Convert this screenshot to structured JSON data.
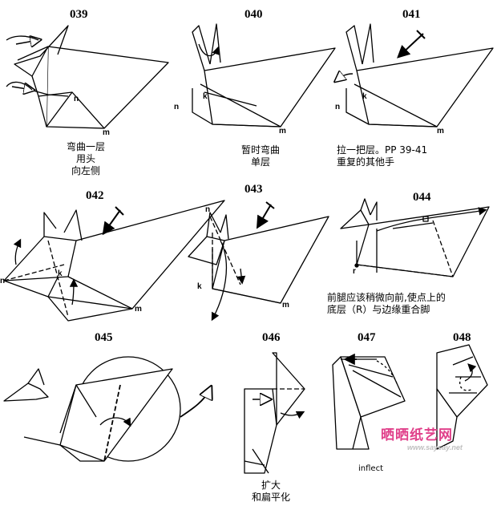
{
  "steps": [
    {
      "num": "039",
      "caption": "弯曲一层\n用头\n向左侧",
      "points": [
        "n",
        "m"
      ]
    },
    {
      "num": "040",
      "caption": "暂时弯曲\n单层",
      "points": [
        "n",
        "k",
        "m"
      ]
    },
    {
      "num": "041",
      "caption": "拉一把层。PP 39-41\n重复的其他手",
      "points": [
        "n",
        "k",
        "m"
      ]
    },
    {
      "num": "042",
      "caption": "",
      "points": [
        "n",
        "k",
        "m"
      ]
    },
    {
      "num": "043",
      "caption": "",
      "points": [
        "n",
        "k",
        "m"
      ]
    },
    {
      "num": "044",
      "caption": "前腿应该稍微向前,使点上的\n底层（R）与边缘重合脚",
      "points": [
        "r"
      ]
    },
    {
      "num": "045",
      "caption": "",
      "points": []
    },
    {
      "num": "046",
      "caption": "扩大\n和扁平化",
      "points": []
    },
    {
      "num": "047",
      "caption": "inflect",
      "points": []
    },
    {
      "num": "048",
      "caption": "",
      "points": []
    }
  ],
  "watermark": {
    "text": "晒晒纸艺网",
    "url": "www.saysay.net"
  },
  "colors": {
    "ink": "#000000",
    "watermark": "#e0408a"
  }
}
